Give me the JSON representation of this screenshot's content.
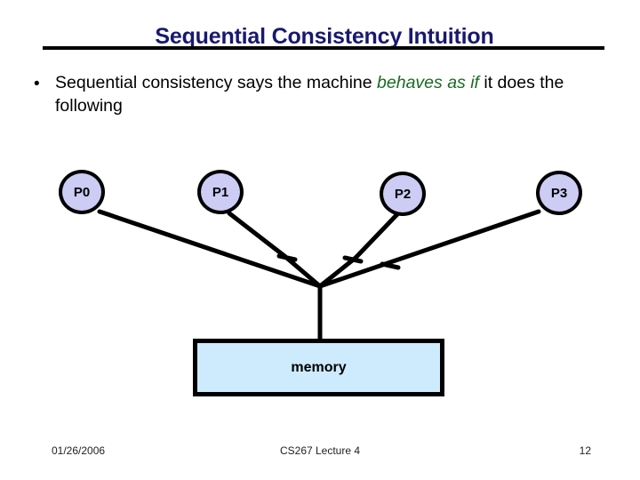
{
  "slide": {
    "title": "Sequential Consistency Intuition",
    "bullet": {
      "marker": "•",
      "text_before": "Sequential consistency says the machine ",
      "emphasis": "behaves as if",
      "text_after": " it does the following"
    },
    "diagram": {
      "processors": [
        {
          "label": "P0"
        },
        {
          "label": "P1"
        },
        {
          "label": "P2"
        },
        {
          "label": "P3"
        }
      ],
      "memory_label": "memory",
      "colors": {
        "processor_fill": "#ccccf5",
        "memory_fill": "#cdebfd",
        "outline": "#000000",
        "title": "#191970",
        "emphasis": "#1a6b23"
      }
    },
    "footer": {
      "date": "01/26/2006",
      "center": "CS267 Lecture 4",
      "page": "12"
    }
  }
}
